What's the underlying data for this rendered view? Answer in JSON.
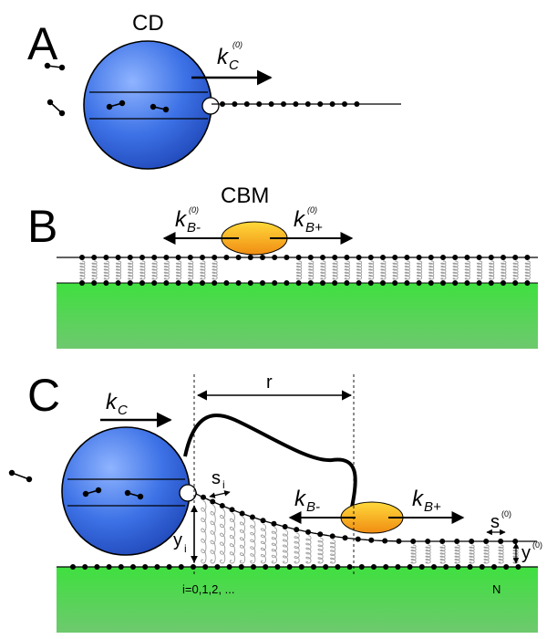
{
  "panels": {
    "a": {
      "letter": "A",
      "title": "CD",
      "rate": {
        "symbol": "k",
        "subscript": "C",
        "superscript": "(0)"
      }
    },
    "b": {
      "letter": "B",
      "title": "CBM",
      "rate_minus": {
        "symbol": "k",
        "subscript": "B-",
        "superscript": "(0)"
      },
      "rate_plus": {
        "symbol": "k",
        "subscript": "B+",
        "superscript": "(0)"
      }
    },
    "c": {
      "letter": "C",
      "rate_cd": {
        "symbol": "k",
        "subscript": "C"
      },
      "rate_minus": {
        "symbol": "k",
        "subscript": "B-"
      },
      "rate_plus": {
        "symbol": "k",
        "subscript": "B+"
      },
      "distance": "r",
      "spacing": {
        "symbol": "s",
        "subscript": "i"
      },
      "spacing_eq": {
        "symbol": "s",
        "superscript": "(0)"
      },
      "height": {
        "symbol": "y",
        "subscript": "i"
      },
      "height_eq": {
        "symbol": "y",
        "superscript": "(0)"
      },
      "index": "i=0,1,2, ...",
      "end_index": "N"
    }
  },
  "colors": {
    "cd_body": "#3d72e6",
    "cd_highlight": "#8fb4ff",
    "cbm_body": "#f5a21a",
    "cbm_highlight": "#ffd93b",
    "surface_top": "#3fe03f",
    "surface_bottom": "#6ec96e",
    "ink": "#000000",
    "spring": "#9a9a9a"
  },
  "icons": [
    "cellobiose-dimer-icon",
    "spring-icon",
    "arrow-icon"
  ]
}
